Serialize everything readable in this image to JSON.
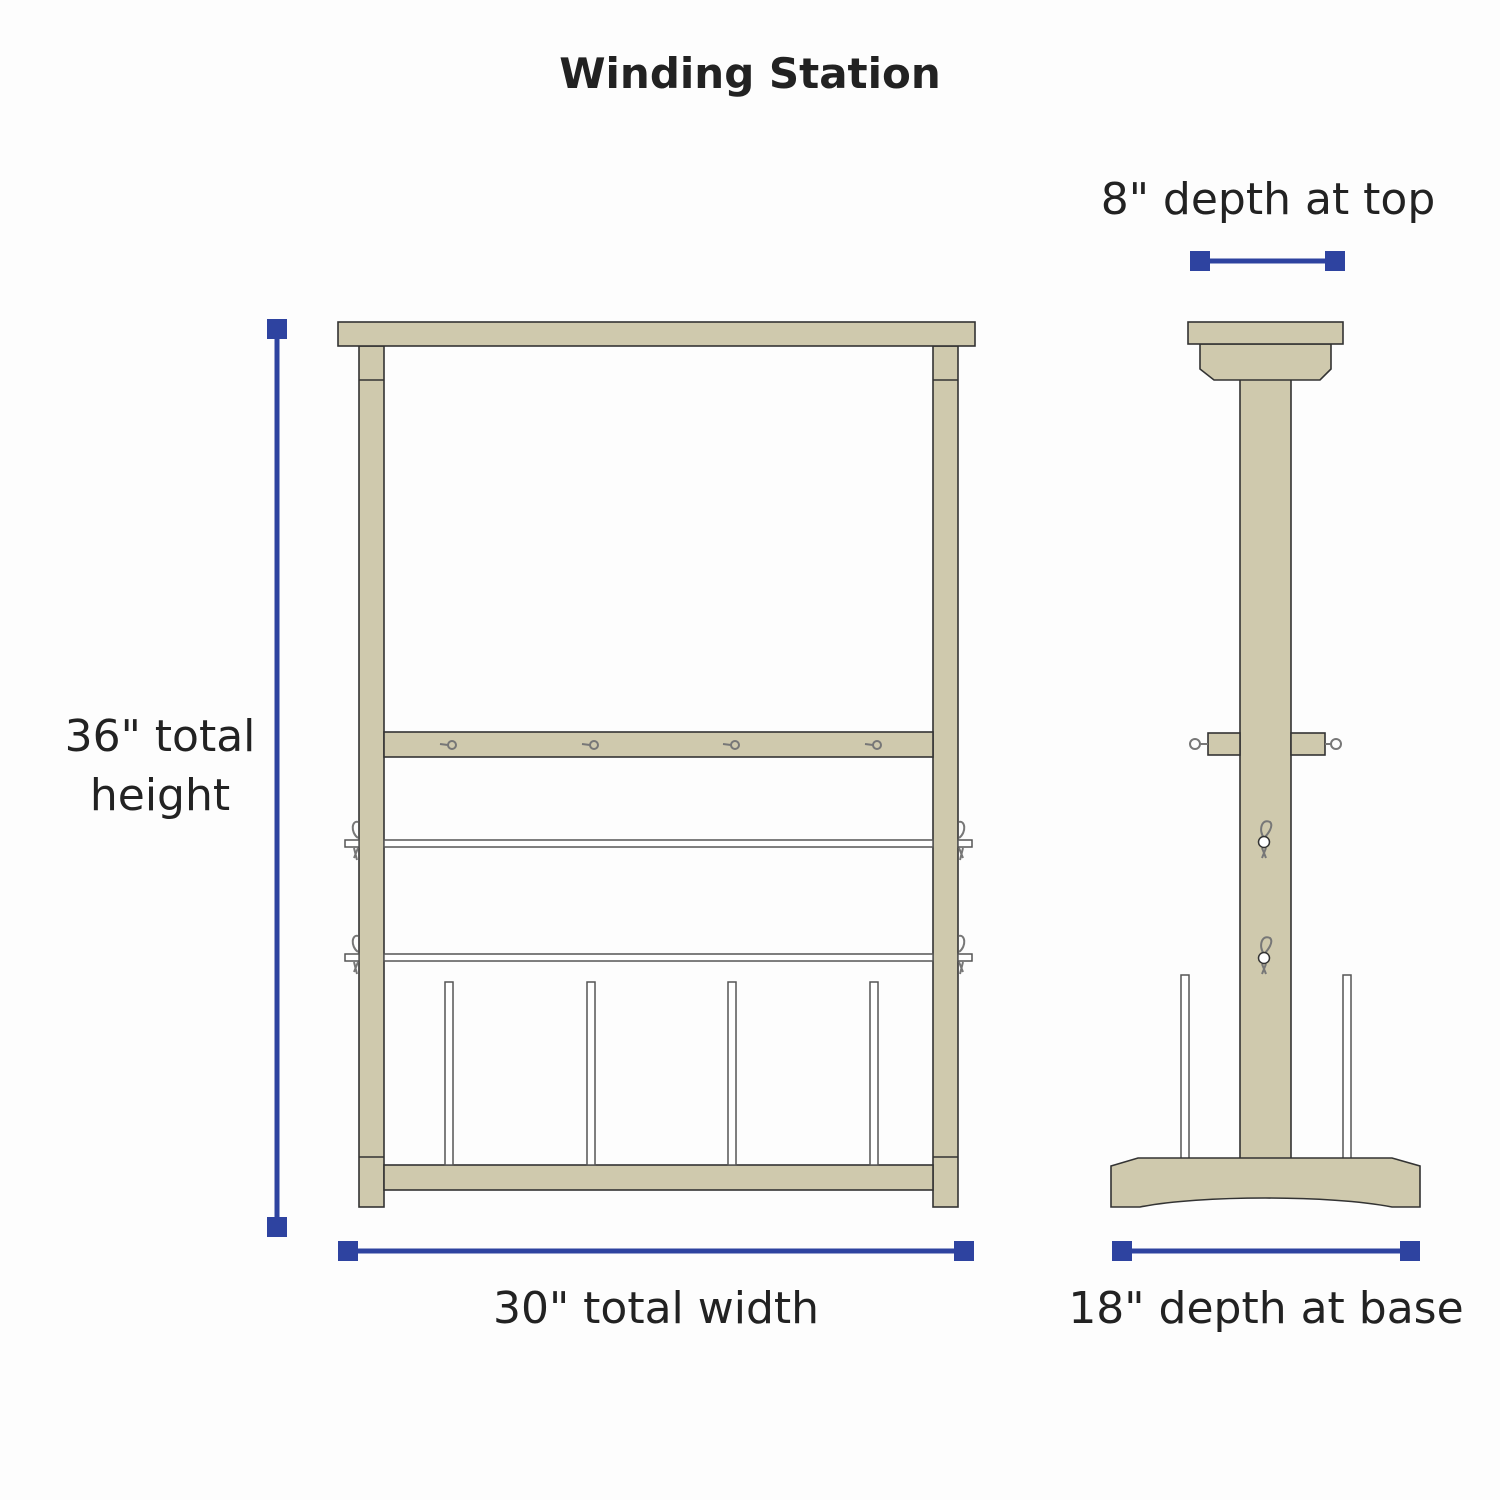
{
  "title": "Winding Station",
  "labels": {
    "height_line1": "36\" total",
    "height_line2": "height",
    "width": "30\" total width",
    "depth_top": "8\" depth at top",
    "depth_base": "18\" depth at base"
  },
  "colors": {
    "wood": "#cfc9ad",
    "dimension": "#2e43a0",
    "outline": "#333333"
  }
}
